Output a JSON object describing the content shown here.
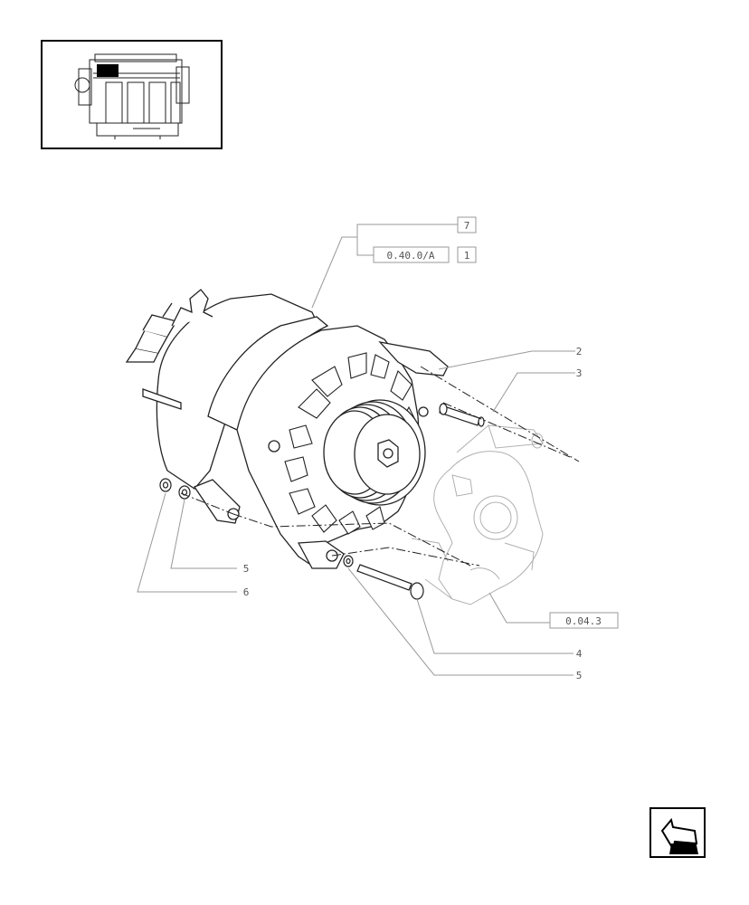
{
  "callouts": {
    "ref_7": "7",
    "ref_group": "0.40.0/A",
    "ref_1": "1",
    "item_2": "2",
    "item_3": "3",
    "item_5_left": "5",
    "item_6": "6",
    "item_4": "4",
    "item_5_bottom": "5",
    "ref_engine": "0.04.3"
  },
  "icons": {
    "thumbnail": "engine-location-thumbnail",
    "nav": "back-arrow-icon"
  }
}
